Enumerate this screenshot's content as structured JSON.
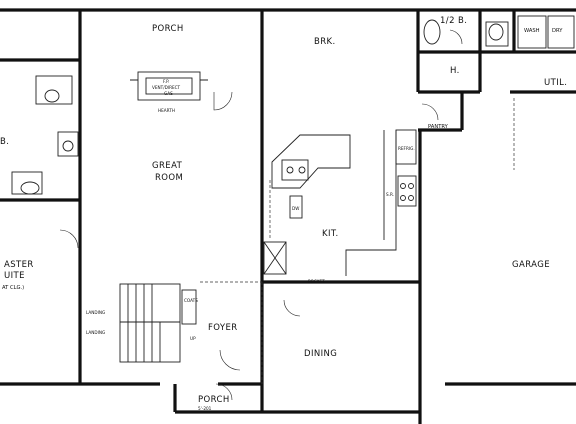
{
  "rooms": {
    "porch_top": "PORCH",
    "brk": "BRK.",
    "half_bath": "1/2 B.",
    "wash": "WASH",
    "dry": "DRY",
    "h": "H.",
    "util": "UTIL.",
    "pantry": "PANTRY",
    "great_room_1": "GREAT",
    "great_room_2": "ROOM",
    "kit": "KIT.",
    "garage": "GARAGE",
    "master_1": "ASTER",
    "master_2": "UITE",
    "master_3": "AT CLG.)",
    "foyer": "FOYER",
    "dining": "DINING",
    "porch_bottom": "PORCH",
    "left_room": "B."
  },
  "labels": {
    "fireplace_1": "F.P.",
    "fireplace_2": "VENT/DIRECT",
    "fireplace_3": "GAS",
    "hearth": "HEARTH",
    "landing_1": "LANDING",
    "landing_2": "LANDING",
    "up": "UP",
    "coats": "COATS",
    "pocket": "POCKET",
    "dw": "DW",
    "refrig": "REFRIG.",
    "cook": "S.R.",
    "porch_dim": "5'-201"
  }
}
